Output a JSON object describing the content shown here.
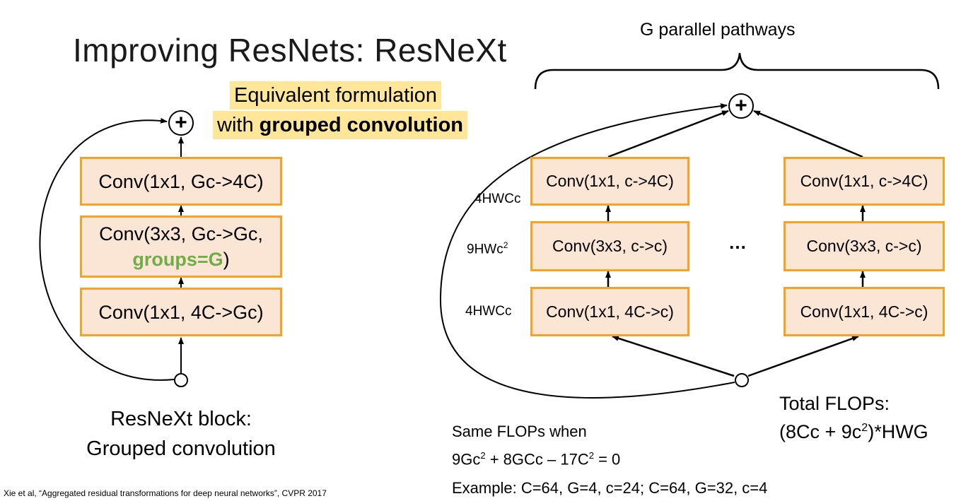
{
  "title": "Improving ResNets: ResNeXt",
  "highlight": {
    "line1": "Equivalent formulation",
    "line2_prefix": "with ",
    "line2_bold": "grouped convolution"
  },
  "left_block": {
    "plus": "+",
    "box_top": "Conv(1x1, Gc->4C)",
    "box_mid_line1": "Conv(3x3, Gc->Gc,",
    "box_mid_green": "groups=G",
    "box_mid_close": ")",
    "box_bottom": "Conv(1x1, 4C->Gc)",
    "caption_line1": "ResNeXt block:",
    "caption_line2": "Grouped convolution"
  },
  "right_block": {
    "brace_label": "G parallel pathways",
    "plus": "+",
    "path_top": "Conv(1x1, c->4C)",
    "path_mid": "Conv(3x3, c->c)",
    "path_bottom": "Conv(1x1, 4C->c)",
    "ellipsis": "…",
    "flops_top": "4HWCc",
    "flops_mid_base": "9HWc",
    "flops_mid_sup": "2",
    "flops_bottom": "4HWCc",
    "total_line1": "Total FLOPs:",
    "total_line2_a": "(8Cc + 9c",
    "total_line2_sup": "2",
    "total_line2_b": ")*HWG"
  },
  "equation": {
    "line1": "Same FLOPs when",
    "line2_a": "9Gc",
    "line2_sup1": "2",
    "line2_b": " + 8GCc – 17C",
    "line2_sup2": "2",
    "line2_c": " = 0",
    "example": "Example: C=64, G=4, c=24;  C=64, G=32, c=4"
  },
  "citation": "Xie et al, “Aggregated residual transformations for deep neural networks”, CVPR 2017",
  "colors": {
    "box_fill": "#fbe5d5",
    "box_border": "#f4a325",
    "highlight": "#ffe699",
    "groups_green": "#70ad47"
  }
}
